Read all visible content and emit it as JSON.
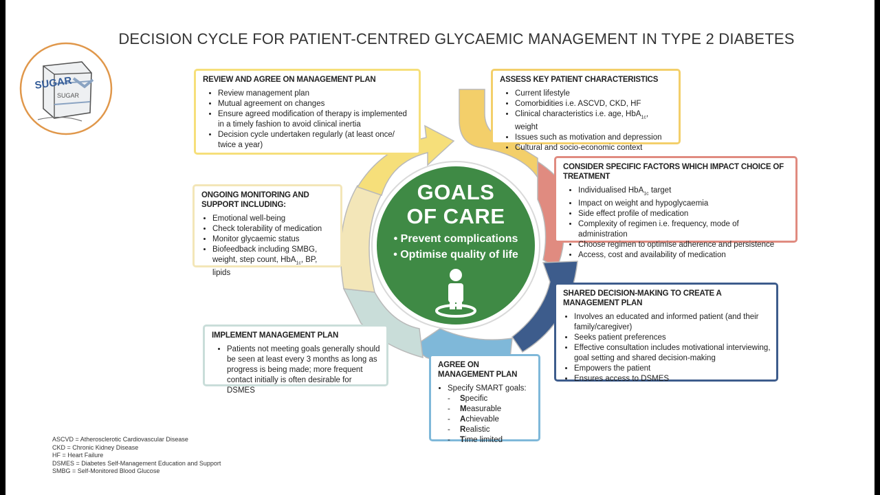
{
  "title": "DECISION CYCLE FOR PATIENT-CENTRED GLYCAEMIC MANAGEMENT IN TYPE 2 DIABETES",
  "badge": {
    "icon": "sugar-bag-icon",
    "word1": "SUGAR",
    "word2": "SUGAR"
  },
  "center": {
    "title_line1": "GOALS",
    "title_line2": "OF CARE",
    "bullet1": "• Prevent complications",
    "bullet2": "• Optimise quality of life",
    "icon": "person-icon"
  },
  "boxes": {
    "review": {
      "heading": "REVIEW AND AGREE ON MANAGEMENT PLAN",
      "items": [
        "Review management plan",
        "Mutual agreement on changes",
        "Ensure agreed modification of therapy is implemented in a timely fashion to avoid clinical inertia",
        "Decision cycle undertaken regularly (at least once/ twice a year)"
      ]
    },
    "assess": {
      "heading": "ASSESS KEY PATIENT CHARACTERISTICS",
      "items": [
        "Current lifestyle",
        "Comorbidities i.e. ASCVD, CKD, HF"
      ],
      "item3_pre": "Clinical characteristics i.e. age, HbA",
      "item3_sub": "1c",
      "item3_post": ", weight",
      "items_after": [
        "Issues such as motivation and depression",
        "Cultural and socio-economic context"
      ]
    },
    "consider": {
      "heading": "CONSIDER SPECIFIC FACTORS WHICH IMPACT CHOICE OF TREATMENT",
      "item1_pre": "Individualised HbA",
      "item1_sub": "1c",
      "item1_post": " target",
      "items": [
        "Impact on weight and hypoglycaemia",
        "Side effect profile of medication",
        "Complexity of regimen i.e. frequency, mode of administration",
        "Choose regimen to optimise adherence and persistence",
        "Access, cost and availability of medication"
      ]
    },
    "monitor": {
      "heading": "ONGOING MONITORING AND SUPPORT INCLUDING:",
      "items": [
        "Emotional well-being",
        "Check tolerability of medication",
        "Monitor glycaemic status"
      ],
      "item4_pre": "Biofeedback including SMBG, weight, step count, HbA",
      "item4_sub": "1c",
      "item4_post": ", BP, lipids"
    },
    "shared": {
      "heading": "SHARED DECISION-MAKING TO CREATE A MANAGEMENT PLAN",
      "items": [
        "Involves an educated and informed patient (and their family/caregiver)",
        "Seeks patient preferences",
        "Effective consultation includes motivational interviewing, goal setting and shared decision-making",
        "Empowers the patient",
        "Ensures access to DSMES"
      ]
    },
    "implement": {
      "heading": "IMPLEMENT MANAGEMENT PLAN",
      "items": [
        "Patients not meeting goals generally should be seen at least every 3 months as long as progress is being made; more frequent contact initially is often desirable for DSMES"
      ]
    },
    "agree": {
      "heading": "AGREE ON MANAGEMENT PLAN",
      "lead": "Specify SMART goals:",
      "smart": [
        {
          "initial": "S",
          "rest": "pecific"
        },
        {
          "initial": "M",
          "rest": "easurable"
        },
        {
          "initial": "A",
          "rest": "chievable"
        },
        {
          "initial": "R",
          "rest": "ealistic"
        },
        {
          "initial": "T",
          "rest": "ime limited"
        }
      ]
    }
  },
  "colors": {
    "review": "#f6df7a",
    "assess": "#f3cf6a",
    "consider": "#e08b80",
    "shared": "#3d5c8c",
    "agree": "#7fb8d9",
    "implement": "#c9ddd9",
    "monitor": "#f3e6b8",
    "goals": "#3f8a45",
    "badge_ring": "#e0974a"
  },
  "footnotes": [
    "ASCVD = Atherosclerotic Cardiovascular Disease",
    "CKD = Chronic Kidney Disease",
    "HF = Heart Failure",
    "DSMES = Diabetes Self-Management Education and Support",
    "SMBG = Self-Monitored Blood Glucose"
  ]
}
